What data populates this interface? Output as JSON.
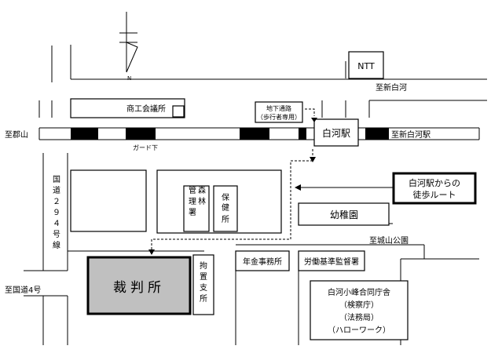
{
  "north": {
    "label": "N"
  },
  "buildings": {
    "ntt": "NTT",
    "shoko": "商工会議所",
    "shirakawa_station": "白河駅",
    "kanrin": "管森理林署",
    "hoken": "保健所",
    "youchien": "幼稚園",
    "court": "裁判所",
    "kochi": "拘置支所",
    "nenkin": "年金事務所",
    "roudou": "労働基準監督署",
    "goudou": [
      "白河小峰合同庁舎",
      "（検察庁）",
      "（法務局）",
      "（ハローワーク）"
    ]
  },
  "labels": {
    "to_shin_shirakawa": "至新白河",
    "to_shin_shirakawa_eki": "至新白河駅",
    "to_koriyama": "至郡山",
    "guard_shita": "ガード下",
    "chika_tsuro": [
      "地下通路",
      "（歩行者専用）"
    ],
    "route_box": [
      "白河駅からの",
      "徒歩ルート"
    ],
    "to_shiroyama": "至城山公園",
    "to_kokudo4": "至国道4号",
    "kokudo294": [
      "国",
      "道",
      "２",
      "９",
      "４",
      "号",
      "線"
    ]
  },
  "colors": {
    "court_fill": "#c0c0c0",
    "rail_black": "#000000",
    "line": "#000000"
  }
}
